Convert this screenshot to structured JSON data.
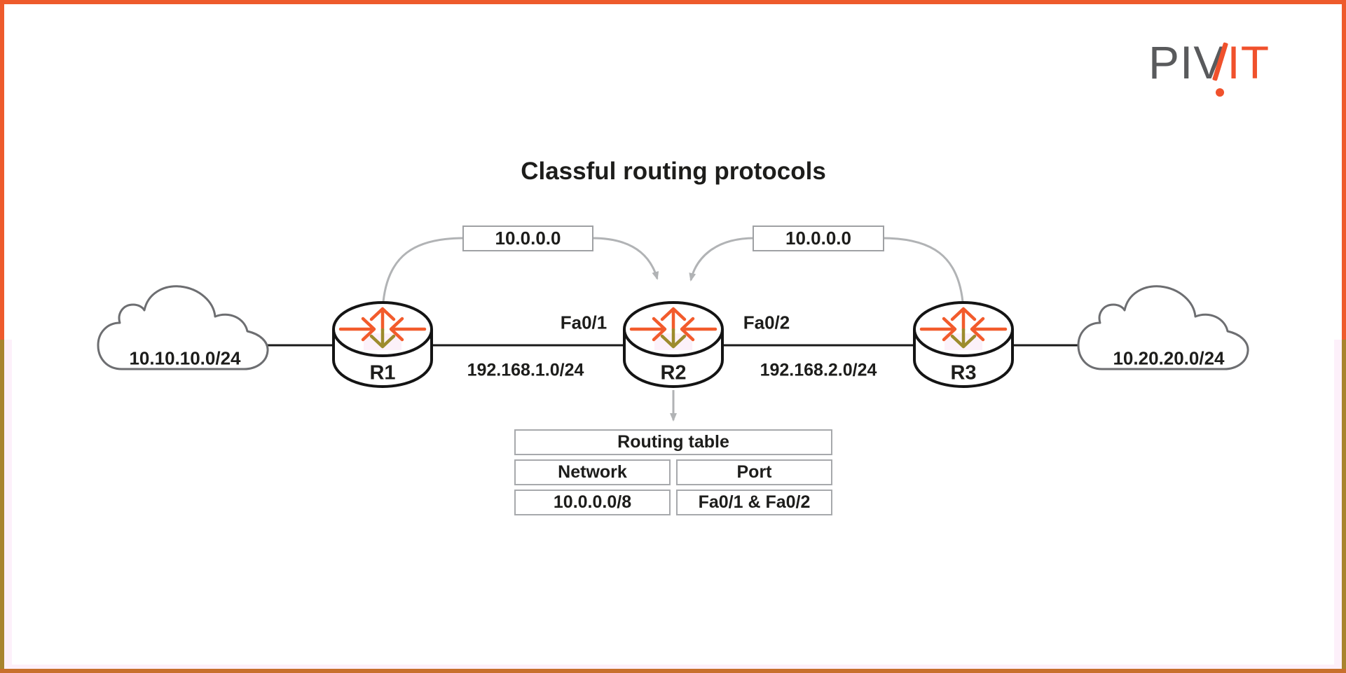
{
  "title": "Classful routing protocols",
  "logo": {
    "gray": "PIV",
    "orange": "IT"
  },
  "clouds": [
    {
      "label": "10.10.10.0/24"
    },
    {
      "label": "10.20.20.0/24"
    }
  ],
  "routers": [
    {
      "name": "R1"
    },
    {
      "name": "R2"
    },
    {
      "name": "R3"
    }
  ],
  "route_advertisements": [
    {
      "label": "10.0.0.0"
    },
    {
      "label": "10.0.0.0"
    }
  ],
  "interface_labels": [
    {
      "label": "Fa0/1"
    },
    {
      "label": "Fa0/2"
    }
  ],
  "link_labels": [
    {
      "label": "192.168.1.0/24"
    },
    {
      "label": "192.168.2.0/24"
    }
  ],
  "routing_table": {
    "title": "Routing table",
    "columns": [
      "Network",
      "Port"
    ],
    "rows": [
      [
        "10.0.0.0/8",
        "Fa0/1 & Fa0/2"
      ]
    ]
  },
  "colors": {
    "accent_orange": "#f0512c",
    "frame_orange": "#ee5b2c",
    "frame_olive": "#a8842f",
    "frame_bottom": "#c8702d",
    "arrow_gray": "#b1b3b5",
    "cloud_stroke": "#6d6e71",
    "box_border": "#9fa1a4",
    "table_border": "#a7a9ac",
    "router_arrow_olive": "#9d8b2d",
    "text": "#1d1d1b"
  }
}
